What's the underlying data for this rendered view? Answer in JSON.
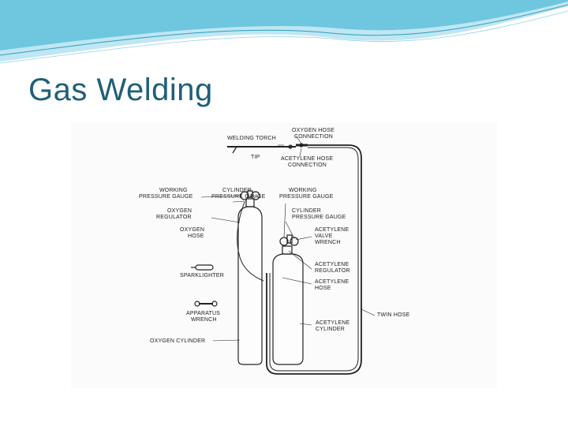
{
  "slide": {
    "title": "Gas Welding",
    "theme": {
      "title_color": "#1f5f7a",
      "wave_color": "#5fc0dc",
      "wave_light": "#bfe6f2"
    }
  },
  "diagram": {
    "icons": [
      "welding-torch-icon",
      "oxygen-cylinder-icon",
      "acetylene-cylinder-icon",
      "sparklighter-icon",
      "wrench-icon"
    ],
    "labels": {
      "welding_torch": "WELDING TORCH",
      "tip": "TIP",
      "oxygen_hose_connection_1": "OXYGEN HOSE",
      "oxygen_hose_connection_2": "CONNECTION",
      "acetylene_hose_connection_1": "ACETYLENE HOSE",
      "acetylene_hose_connection_2": "CONNECTION",
      "working_pressure_gauge_1": "WORKING",
      "working_pressure_gauge_2": "PRESSURE GAUGE",
      "cylinder_pressure_gauge_1": "CYLINDER",
      "cylinder_pressure_gauge_2": "PRESSURE GAUGE",
      "working_pressure_gauge_r1": "WORKING",
      "working_pressure_gauge_r2": "PRESSURE GAUGE",
      "oxygen_regulator_1": "OXYGEN",
      "oxygen_regulator_2": "REGULATOR",
      "cylinder_pressure_gauge_r1": "CYLINDER",
      "cylinder_pressure_gauge_r2": "PRESSURE GAUGE",
      "oxygen_hose_1": "OXYGEN",
      "oxygen_hose_2": "HOSE",
      "acetylene_valve_wrench_1": "ACETYLENE",
      "acetylene_valve_wrench_2": "VALVE",
      "acetylene_valve_wrench_3": "WRENCH",
      "acetylene_regulator_1": "ACETYLENE",
      "acetylene_regulator_2": "REGULATOR",
      "sparklighter": "SPARKLIGHTER",
      "acetylene_hose_1": "ACETYLENE",
      "acetylene_hose_2": "HOSE",
      "apparatus_wrench_1": "APPARATUS",
      "apparatus_wrench_2": "WRENCH",
      "twin_hose": "TWIN HOSE",
      "acetylene_cylinder_1": "ACETYLENE",
      "acetylene_cylinder_2": "CYLINDER",
      "oxygen_cylinder": "OXYGEN  CYLINDER"
    }
  }
}
